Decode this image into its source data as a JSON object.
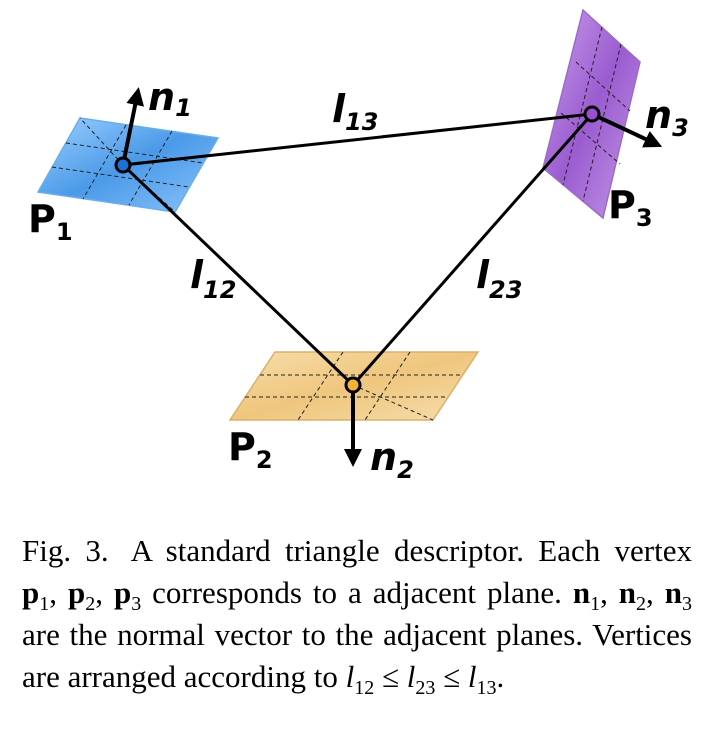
{
  "figure": {
    "planes": [
      {
        "label": "P",
        "index": "1",
        "normal": "n",
        "normal_index": "1",
        "color": "#5aa6ee"
      },
      {
        "label": "P",
        "index": "2",
        "normal": "n",
        "normal_index": "2",
        "color": "#f3cf8f"
      },
      {
        "label": "P",
        "index": "3",
        "normal": "n",
        "normal_index": "3",
        "color": "#a86cd8"
      }
    ],
    "edges": [
      {
        "label": "l",
        "index": "13"
      },
      {
        "label": "l",
        "index": "12"
      },
      {
        "label": "l",
        "index": "23"
      }
    ]
  },
  "caption": {
    "fig_no": "Fig. 3.",
    "s1": "A standard triangle descriptor. Each vertex",
    "p": "p",
    "i1": "1",
    "i2": "2",
    "i3": "3",
    "comma": ",",
    "s2": "corresponds to a adjacent plane.",
    "n": "n",
    "s3": "are the normal vector to the adjacent planes. Vertices are arranged according to",
    "l": "l",
    "l12": "12",
    "l23": "23",
    "l13": "13",
    "leq": "≤",
    "period": "."
  }
}
